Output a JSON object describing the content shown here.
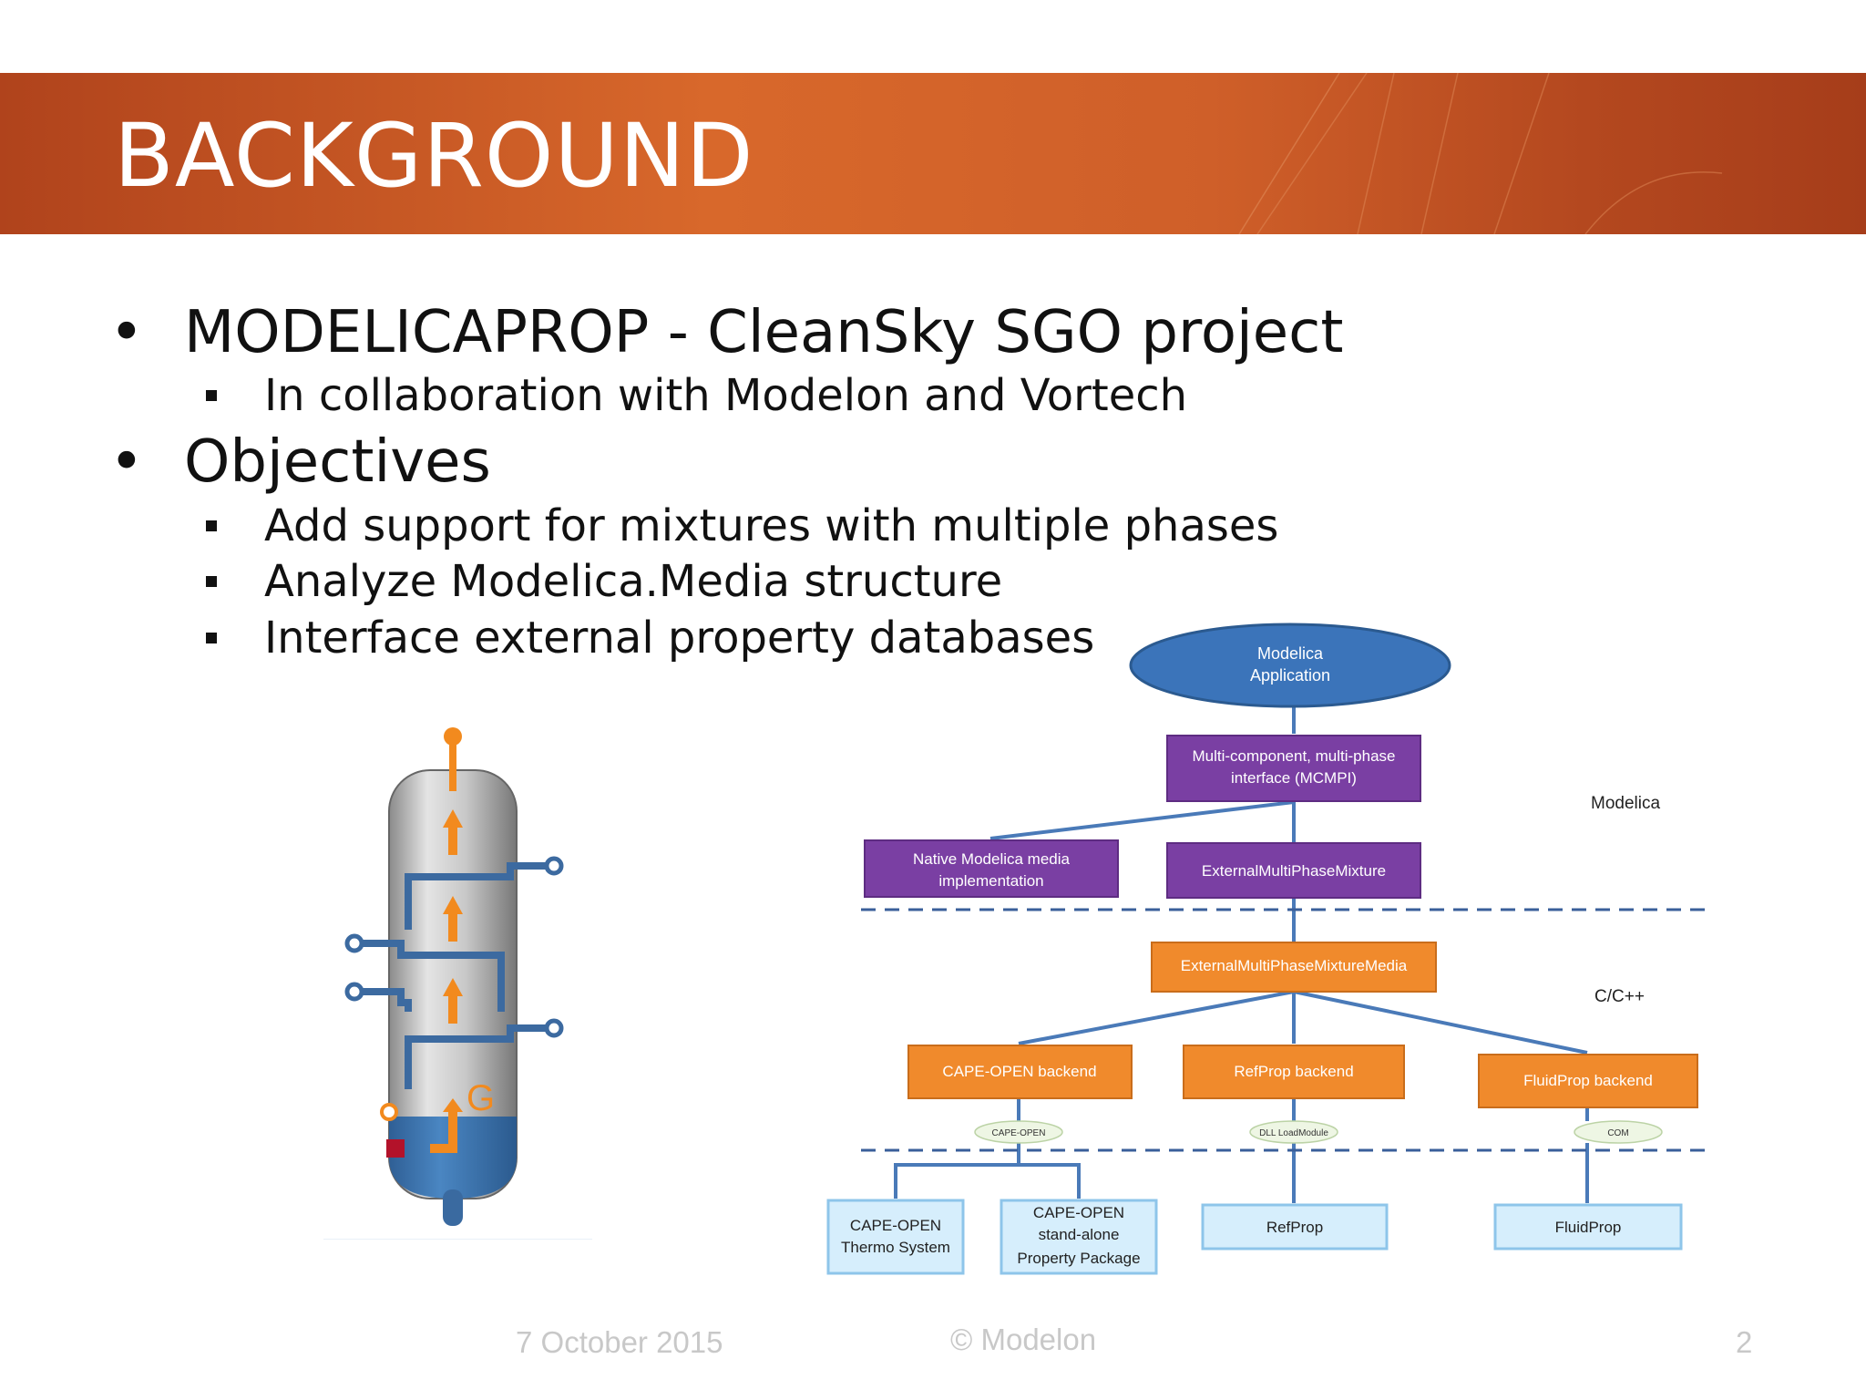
{
  "slide": {
    "title": "BACKGROUND",
    "bullets": [
      {
        "text": "MODELICAPROP  - CleanSky SGO project",
        "sub": [
          "In collaboration with Modelon and Vortech"
        ]
      },
      {
        "text": "Objectives",
        "sub": [
          "Add support for mixtures with multiple phases",
          "Analyze Modelica.Media structure",
          "Interface external property databases"
        ]
      }
    ],
    "footer": {
      "date": "7 October 2015",
      "copyright": "© Modelon",
      "page": "2"
    }
  },
  "column": {
    "label_g": "G"
  },
  "diagram": {
    "app_line1": "Modelica",
    "app_line2": "Application",
    "mcmpi_line1": "Multi-component, multi-phase",
    "mcmpi_line2": "interface (MCMPI)",
    "native_line1": "Native Modelica media",
    "native_line2": "implementation",
    "external_mixture": "ExternalMultiPhaseMixture",
    "external_media": "ExternalMultiPhaseMixtureMedia",
    "cape_backend": "CAPE-OPEN  backend",
    "refprop_backend": "RefProp backend",
    "fluidprop_backend": "FluidProp backend",
    "conn_capeopen": "CAPE-OPEN",
    "conn_dll": "DLL LoadModule",
    "conn_com": "COM",
    "cape_thermo_line1": "CAPE-OPEN",
    "cape_thermo_line2": "Thermo System",
    "cape_pkg_line1": "CAPE-OPEN",
    "cape_pkg_line2": "stand-alone",
    "cape_pkg_line3": "Property Package",
    "refprop": "RefProp",
    "fluidprop": "FluidProp",
    "layer_modelica": "Modelica",
    "layer_cpp": "C/C++"
  },
  "colors": {
    "title_bar": "#cf5f29",
    "purple": "#7a3fa3",
    "orange": "#f08a2c",
    "blue_ellipse": "#3b74ba",
    "light_blue": "#d6eefc",
    "line_blue": "#4a7ab8"
  }
}
